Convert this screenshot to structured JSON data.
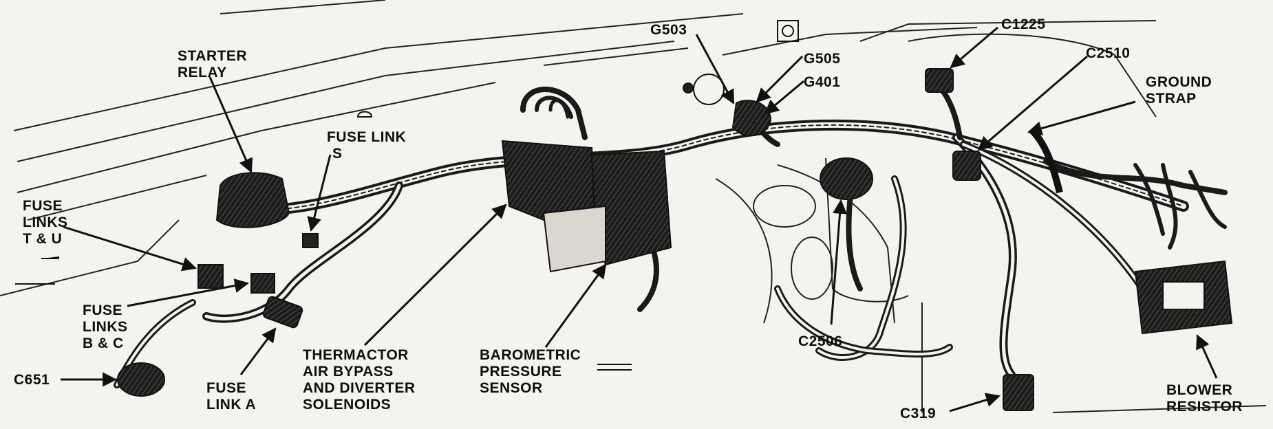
{
  "callouts": {
    "starter_relay": [
      "STARTER",
      "RELAY"
    ],
    "fuse_link_s": [
      "FUSE LINK",
      "S"
    ],
    "fuse_links_t_u": [
      "FUSE",
      "LINKS",
      "T & U"
    ],
    "fuse_links_b_c": [
      "FUSE",
      "LINKS",
      "B & C"
    ],
    "c651": "C651",
    "fuse_link_a": [
      "FUSE",
      "LINK A"
    ],
    "thermactor": [
      "THERMACTOR",
      "AIR BYPASS",
      "AND DIVERTER",
      "SOLENOIDS"
    ],
    "barometric": [
      "BAROMETRIC",
      "PRESSURE",
      "SENSOR"
    ],
    "g503": "G503",
    "g505": "G505",
    "g401": "G401",
    "c1225": "C1225",
    "c2510": "C2510",
    "ground_strap": [
      "GROUND",
      "STRAP"
    ],
    "c2506": "C2506",
    "c319": "C319",
    "blower_resistor": [
      "BLOWER",
      "RESISTOR"
    ]
  }
}
